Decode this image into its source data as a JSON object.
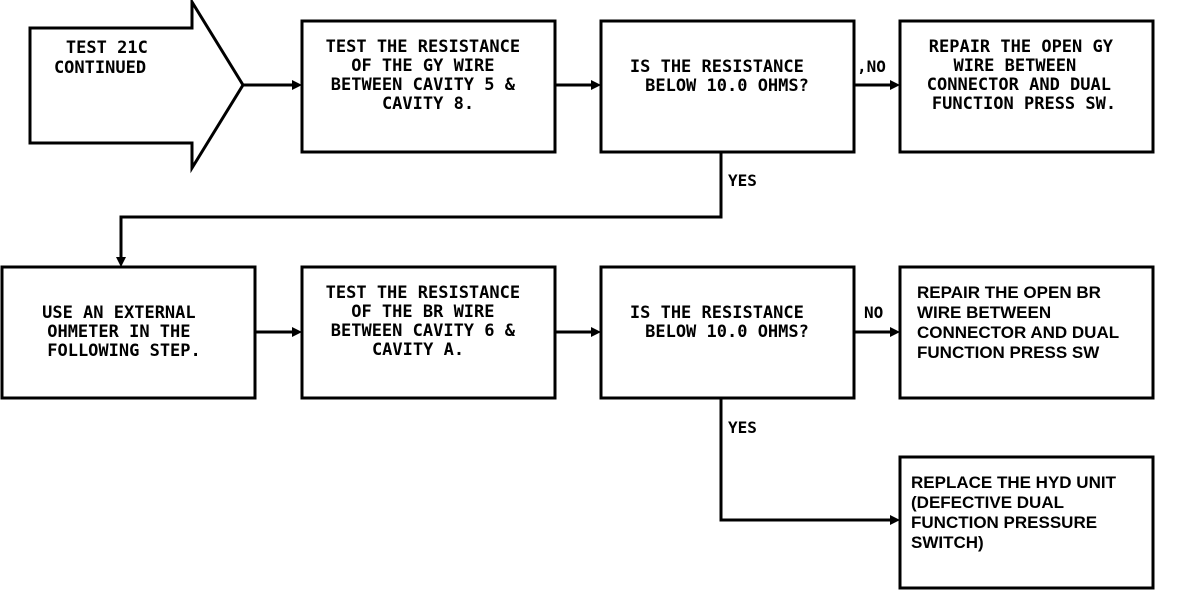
{
  "diagram": {
    "start": {
      "lines": [
        "TEST 21C",
        "CONTINUED"
      ]
    },
    "box1": {
      "lines": [
        "TEST THE RESISTANCE",
        "OF THE GY WIRE",
        "BETWEEN CAVITY 5 &",
        "CAVITY 8."
      ]
    },
    "box2": {
      "lines": [
        "IS THE RESISTANCE",
        "BELOW 10.0 OHMS?"
      ]
    },
    "box3": {
      "lines": [
        "REPAIR THE OPEN GY",
        "WIRE BETWEEN",
        "CONNECTOR AND DUAL",
        "FUNCTION PRESS SW."
      ]
    },
    "box4": {
      "lines": [
        "USE AN EXTERNAL",
        "OHMETER IN THE",
        "FOLLOWING STEP."
      ]
    },
    "box5": {
      "lines": [
        "TEST THE RESISTANCE",
        "OF THE BR WIRE",
        "BETWEEN CAVITY 6 &",
        "CAVITY A."
      ]
    },
    "box6": {
      "lines": [
        "IS THE RESISTANCE",
        "BELOW 10.0 OHMS?"
      ]
    },
    "box7": {
      "lines": [
        "REPAIR THE OPEN BR",
        "WIRE BETWEEN",
        "CONNECTOR AND DUAL",
        "FUNCTION PRESS SW"
      ]
    },
    "box8": {
      "lines": [
        "REPLACE THE HYD UNIT",
        "(DEFECTIVE DUAL",
        "FUNCTION PRESSURE",
        "SWITCH)"
      ]
    },
    "labels": {
      "no_top": ",NO",
      "yes_top": "YES",
      "no_bottom": "NO",
      "yes_bottom": "YES"
    }
  }
}
